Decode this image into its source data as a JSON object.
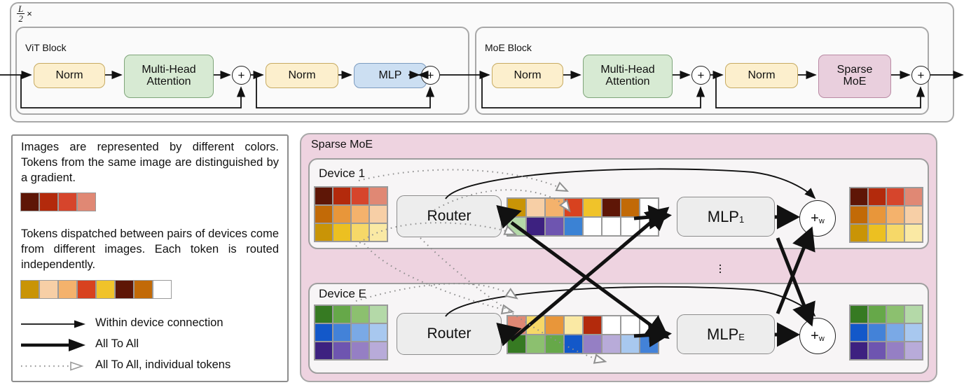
{
  "loop": {
    "numerator": "L",
    "denominator": "2",
    "times": "×"
  },
  "vit_block": {
    "title": "ViT Block",
    "nodes": [
      {
        "label": "Norm",
        "kind": "norm"
      },
      {
        "label": "Multi-Head\nAttention",
        "kind": "attention"
      },
      {
        "label": "+",
        "kind": "add"
      },
      {
        "label": "Norm",
        "kind": "norm"
      },
      {
        "label": "MLP",
        "kind": "mlp"
      },
      {
        "label": "+",
        "kind": "add"
      }
    ],
    "node_labels": {
      "norm1": "Norm",
      "attention_line1": "Multi-Head",
      "attention_line2": "Attention",
      "add1": "+",
      "norm2": "Norm",
      "mlp": "MLP",
      "add2": "+"
    }
  },
  "moe_block": {
    "title": "MoE Block",
    "node_labels": {
      "norm1": "Norm",
      "attention_line1": "Multi-Head",
      "attention_line2": "Attention",
      "add1": "+",
      "norm2": "Norm",
      "sparse_line1": "Sparse",
      "sparse_line2": "MoE",
      "add2": "+"
    }
  },
  "legend": {
    "paragraph1": "Images are represented by different colors. Tokens from the same image are distinguished by a gradient.",
    "swatches1": [
      "#5e1606",
      "#b32a0c",
      "#d6452c",
      "#e08874"
    ],
    "paragraph2": "Tokens dispatched between pairs of devices come from different images. Each token is routed independently.",
    "swatches2": [
      "#c99406",
      "#f7cfa6",
      "#f4b26c",
      "#d8421f",
      "#f0c32a",
      "#5e1606",
      "#c26a07",
      "#ffffff"
    ],
    "items": [
      {
        "label": "Within device connection",
        "style": "thin-arrow"
      },
      {
        "label": "All To All",
        "style": "thick-arrow"
      },
      {
        "label": "All To All, individual tokens",
        "style": "dotted-arrow"
      }
    ]
  },
  "sparse_moe": {
    "title": "Sparse MoE",
    "ellipsis": "⋮",
    "devices": [
      {
        "title": "Device 1",
        "router_label": "Router",
        "mlp_label": "MLP",
        "mlp_subscript": "1",
        "combine_label": "+",
        "combine_subscript": "w",
        "input_grid": [
          [
            "#5e1606",
            "#b32a0c",
            "#d6452c",
            "#e08874"
          ],
          [
            "#c26a07",
            "#e8963a",
            "#f4b26c",
            "#f7cfa6"
          ],
          [
            "#c99406",
            "#ecc021",
            "#f6d868",
            "#fae9a4"
          ]
        ],
        "dispatch_strip_top": [
          "#c99406",
          "#f7cfa6",
          "#f4b26c",
          "#d8421f",
          "#f0c32a",
          "#5e1606",
          "#c26a07",
          "#ffffff"
        ],
        "dispatch_strip_bottom": [
          "#b4d9a8",
          "#3d2180",
          "#6e55b0",
          "#3b82d4",
          "#ffffff",
          "#ffffff",
          "#ffffff",
          "#ffffff"
        ],
        "output_grid": [
          [
            "#5e1606",
            "#b32a0c",
            "#d6452c",
            "#e08874"
          ],
          [
            "#c26a07",
            "#e8963a",
            "#f4b26c",
            "#f7cfa6"
          ],
          [
            "#c99406",
            "#ecc021",
            "#f6d868",
            "#fae9a4"
          ]
        ]
      },
      {
        "title": "Device E",
        "router_label": "Router",
        "mlp_label": "MLP",
        "mlp_subscript": "E",
        "combine_label": "+",
        "combine_subscript": "w",
        "input_grid": [
          [
            "#367a22",
            "#66a849",
            "#8cc06f",
            "#b4d9a8"
          ],
          [
            "#1358c9",
            "#4382d8",
            "#7aa9e6",
            "#a8c8ef"
          ],
          [
            "#3d2180",
            "#6e55b0",
            "#957fc4",
            "#b8abd9"
          ]
        ],
        "dispatch_strip_top": [
          "#e08874",
          "#f6d868",
          "#e8963a",
          "#fae9a4",
          "#b32a0c",
          "#ffffff",
          "#ffffff",
          "#ffffff"
        ],
        "dispatch_strip_bottom": [
          "#367a22",
          "#8cc06f",
          "#66a849",
          "#1358c9",
          "#957fc4",
          "#b8abd9",
          "#a8c8ef",
          "#4382d8"
        ],
        "output_grid": [
          [
            "#367a22",
            "#66a849",
            "#8cc06f",
            "#b4d9a8"
          ],
          [
            "#1358c9",
            "#4382d8",
            "#7aa9e6",
            "#a8c8ef"
          ],
          [
            "#3d2180",
            "#6e55b0",
            "#957fc4",
            "#b8abd9"
          ]
        ]
      }
    ]
  },
  "colors": {
    "panel_bg": "#fafafa",
    "moe_panel_bg": "#eed3e0",
    "norm_fill": "#fcefcd",
    "attention_fill": "#d7ead3",
    "mlp_fill": "#ccdff2",
    "sparse_fill": "#e9cfdd",
    "node_fill": "#ededed",
    "stroke": "#8c8c8c"
  }
}
